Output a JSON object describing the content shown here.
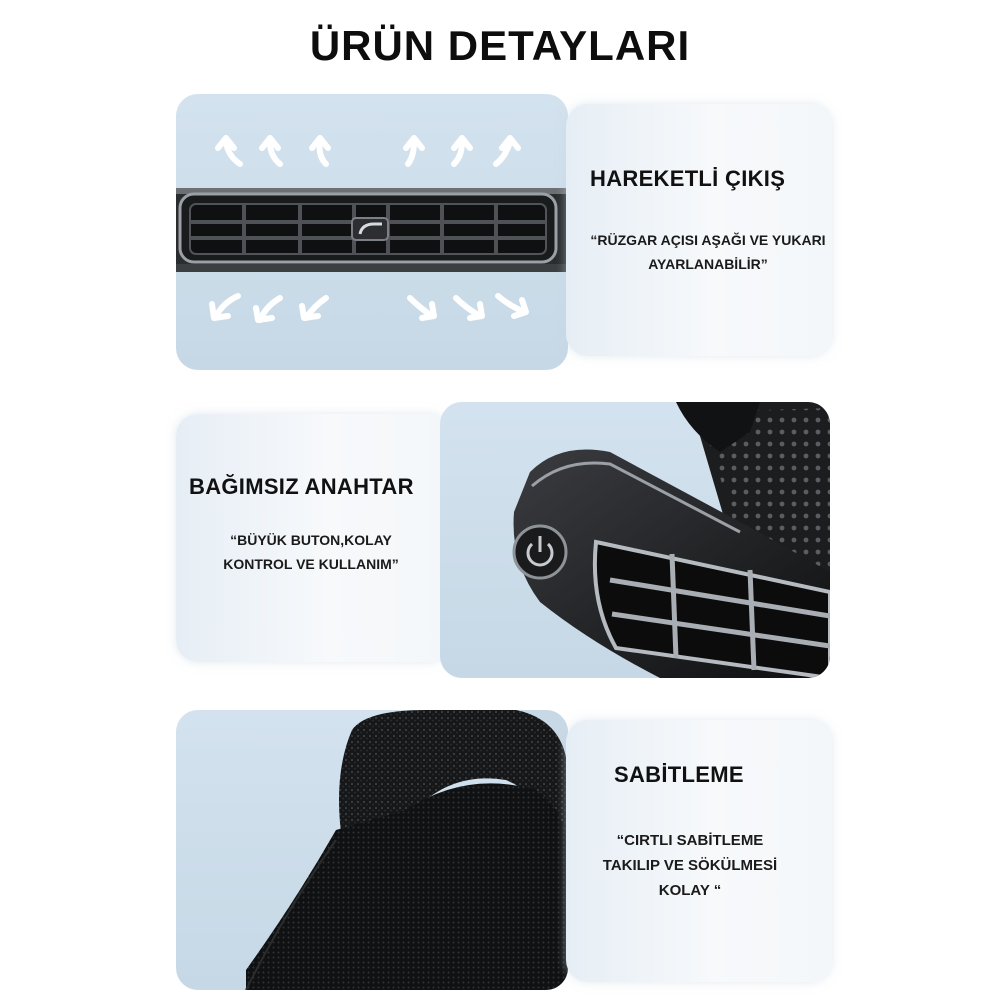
{
  "page": {
    "title": "ÜRÜN DETAYLARI"
  },
  "sections": [
    {
      "title": "HAREKETLİ ÇIKIŞ",
      "description": "“RÜZGAR AÇISI AŞAĞI VE YUKARI AYARLANABİLİR”",
      "image_icon": "air-vent-with-arrows-icon"
    },
    {
      "title": "BAĞIMSIZ ANAHTAR",
      "description_lines": [
        "“BÜYÜK BUTON,KOLAY",
        "KONTROL VE KULLANIM”"
      ],
      "image_icon": "power-button-closeup-icon"
    },
    {
      "title": "SABİTLEME",
      "description_lines": [
        "“CIRTLI SABİTLEME",
        "TAKILIP VE SÖKÜLMESİ",
        "KOLAY “"
      ],
      "image_icon": "velcro-strip-icon"
    }
  ],
  "colors": {
    "image_background": "#cddde9",
    "text_card_background": "#f4f7fa",
    "device_black": "#141516",
    "arrow_white": "#ffffff"
  }
}
